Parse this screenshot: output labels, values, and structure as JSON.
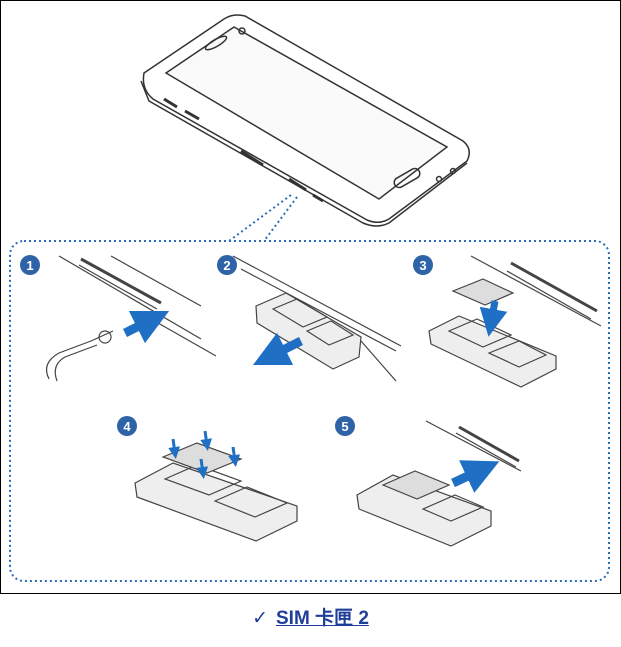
{
  "caption": {
    "check": "✓",
    "text": "SIM 卡匣 2"
  },
  "steps": [
    {
      "label": "1"
    },
    {
      "label": "2"
    },
    {
      "label": "3"
    },
    {
      "label": "4"
    },
    {
      "label": "5"
    }
  ],
  "colors": {
    "accent_blue": "#1f6fc4",
    "dotted_border": "#2b6cb8",
    "badge": "#2f63a8",
    "caption": "#1f3d99"
  }
}
